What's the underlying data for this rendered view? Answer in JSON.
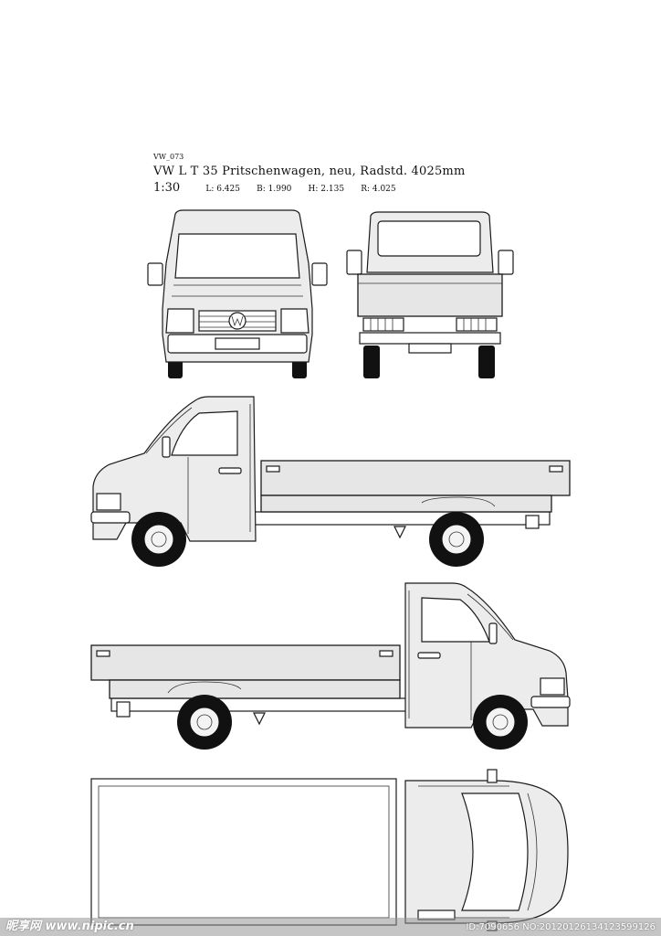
{
  "header": {
    "code": "VW_073",
    "title": "VW L T 35 Pritschenwagen, neu, Radstd. 4025mm",
    "scale": "1:30",
    "length": "L: 6.425",
    "width": "B: 1.990",
    "height": "H: 2.135",
    "wheelbase": "R: 4.025"
  },
  "views": {
    "front": "front-view",
    "rear": "rear-view",
    "left": "left-side-view",
    "right": "right-side-view",
    "top": "top-view"
  },
  "watermark": {
    "site": "昵享网 www.nipic.cn",
    "id": "ID:7090656 NO:20120126134123599126"
  }
}
